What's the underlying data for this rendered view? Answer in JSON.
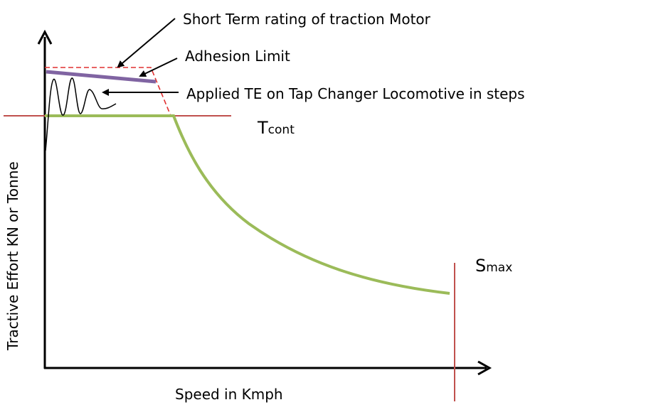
{
  "labels": {
    "short_term": "Short Term rating of traction Motor",
    "adhesion": "Adhesion Limit",
    "applied_te": "Applied TE on Tap Changer Locomotive in steps",
    "tcont_main": "T",
    "tcont_sub": "cont",
    "smax_main": "S",
    "smax_sub": "max",
    "x_axis": "Speed in Kmph",
    "y_axis": "Tractive Effort KN or Tonne"
  },
  "colors": {
    "short_term_line": "#e03030",
    "adhesion_line": "#8064a2",
    "te_curve": "#9bbb59",
    "reference_line": "#c0504d",
    "axis": "#000000",
    "oscillation": "#000000"
  }
}
